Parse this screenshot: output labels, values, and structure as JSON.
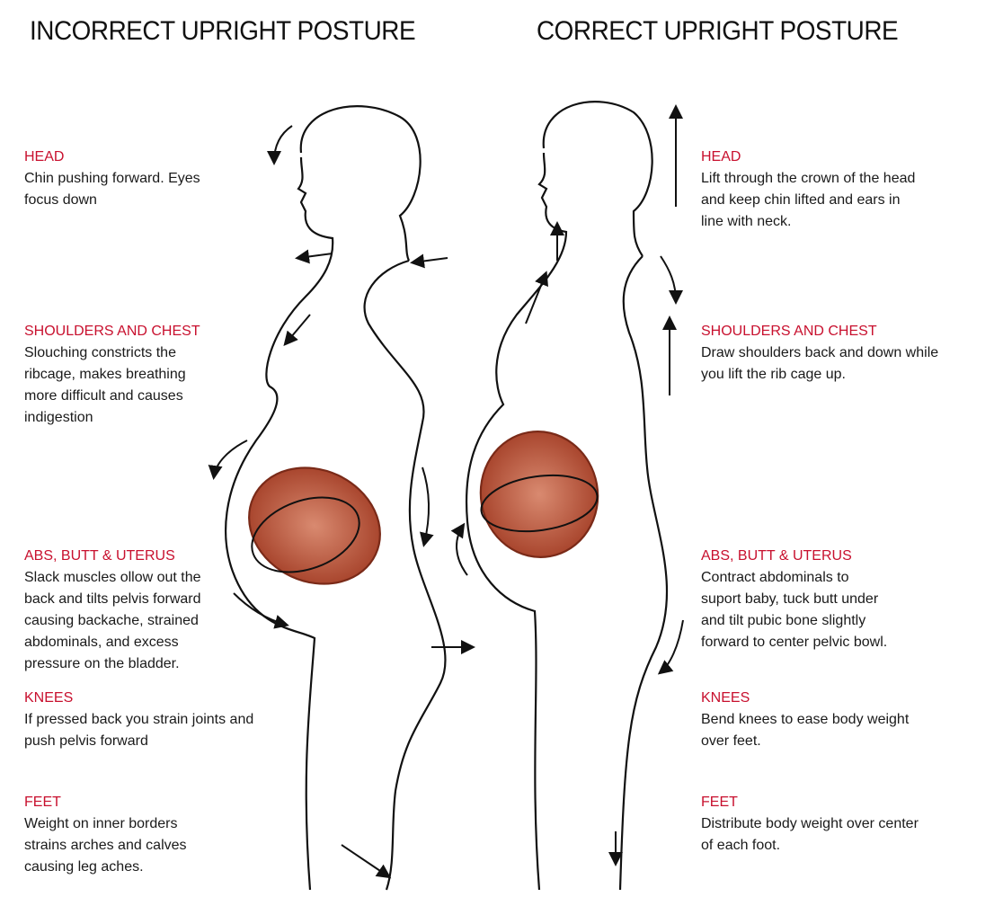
{
  "titles": {
    "incorrect": "INCORRECT UPRIGHT POSTURE",
    "correct": "CORRECT UPRIGHT POSTURE"
  },
  "incorrect": [
    {
      "heading": "HEAD",
      "text": "Chin pushing forward.  Eyes\nfocus down"
    },
    {
      "heading": "SHOULDERS AND CHEST",
      "text": "Slouching constricts the\nribcage, makes breathing\nmore difficult and causes\nindigestion"
    },
    {
      "heading": "ABS,  BUTT & UTERUS",
      "text": "Slack muscles ollow out the\nback and tilts pelvis forward\ncausing backache, strained\nabdominals, and excess\npressure on the bladder."
    },
    {
      "heading": "KNEES",
      "text": "If pressed back you strain joints and\npush pelvis forward"
    },
    {
      "heading": "FEET",
      "text": "Weight on inner borders\nstrains arches and calves\ncausing leg aches."
    }
  ],
  "correct": [
    {
      "heading": "HEAD",
      "text": "Lift through the crown of the head\nand keep chin lifted and ears in\nline with neck."
    },
    {
      "heading": "SHOULDERS AND CHEST",
      "text": "Draw shoulders back and down while\nyou lift the rib cage up."
    },
    {
      "heading": "ABS,  BUTT & UTERUS",
      "text": "Contract abdominals to\nsuport baby, tuck butt under\nand tilt pubic bone slightly\nforward to center pelvic bowl."
    },
    {
      "heading": "KNEES",
      "text": "Bend knees to ease body weight\nover feet."
    },
    {
      "heading": "FEET",
      "text": "Distribute body weight over center\nof each foot."
    }
  ],
  "colors": {
    "heading": "#c8102e",
    "uterus": "#b5523a"
  }
}
